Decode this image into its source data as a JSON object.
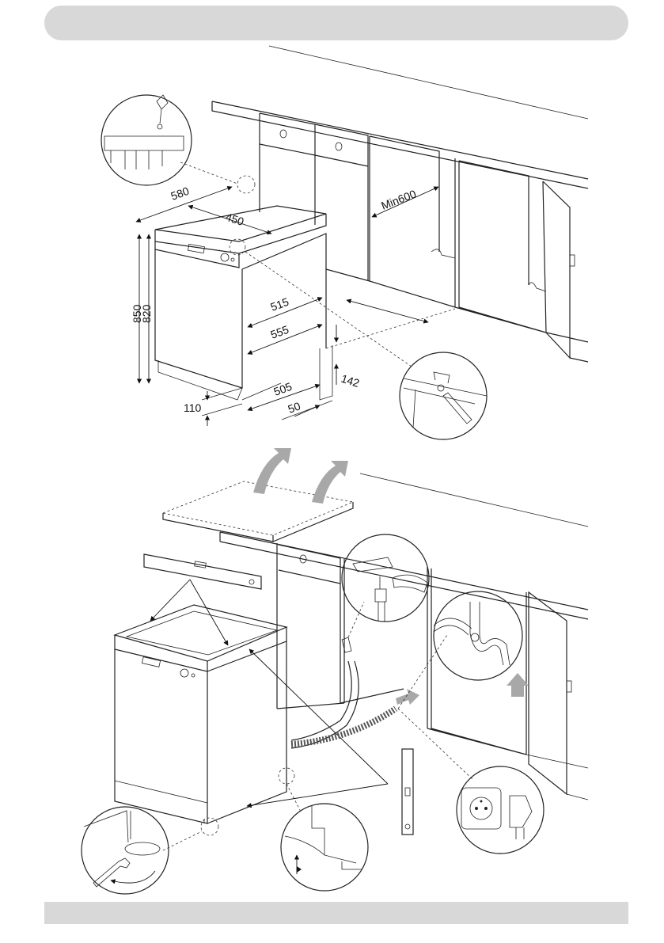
{
  "dimensions": {
    "depth": "580",
    "width": "450",
    "height_max": "850",
    "height_min": "820",
    "niche_width": "Min600",
    "d515": "515",
    "d555": "555",
    "d505": "505",
    "d50": "50",
    "d142": "142",
    "d110": "110"
  },
  "colors": {
    "bar": "#d8d8d8",
    "arrow": "#a8a8a8",
    "line": "#222222"
  },
  "icons": [
    "screwdriver-icon",
    "wrench-icon",
    "water-tap-icon",
    "siphon-icon",
    "power-socket-icon",
    "spirit-level-icon"
  ]
}
